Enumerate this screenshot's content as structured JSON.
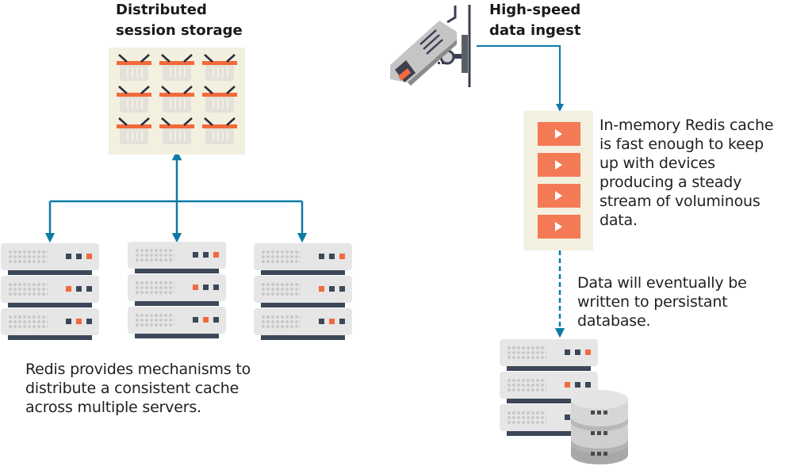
{
  "left_section": {
    "title_line1": "Distributed",
    "title_line2": "session storage",
    "panel_icon": "shopping-basket-grid-icon",
    "basket_count": 9,
    "description_line1": "Redis provides mechanisms to",
    "description_line2": "distribute a consistent cache",
    "description_line3": "across multiple servers.",
    "servers": [
      {
        "name": "server-1",
        "leds": [
          [
            "off",
            "off",
            "on"
          ],
          [
            "on",
            "off",
            "off"
          ],
          [
            "off",
            "on",
            "off"
          ]
        ]
      },
      {
        "name": "server-2",
        "leds": [
          [
            "off",
            "off",
            "on"
          ],
          [
            "on",
            "off",
            "off"
          ],
          [
            "off",
            "on",
            "off"
          ]
        ]
      },
      {
        "name": "server-3",
        "leds": [
          [
            "off",
            "off",
            "on"
          ],
          [
            "on",
            "off",
            "off"
          ],
          [
            "off",
            "on",
            "off"
          ]
        ]
      }
    ]
  },
  "right_section": {
    "title_line1": "High-speed",
    "title_line2": "data ingest",
    "source_icon": "security-camera-icon",
    "cache_icon": "stream-queue-icon",
    "cache_blocks": 4,
    "cache_description": [
      "In-memory Redis cache",
      "is fast enough to keep",
      "up with devices",
      "producing a steady",
      "stream of voluminous",
      "data."
    ],
    "persist_description": [
      "Data will eventually be",
      "written to persistant",
      "database."
    ],
    "db_icon": "database-server-icon"
  },
  "colors": {
    "arrow": "#0e7aa6",
    "accent": "#f06a3f",
    "panel": "#f4f0e0",
    "server": "#e6e6e6",
    "dark": "#3c4858"
  }
}
